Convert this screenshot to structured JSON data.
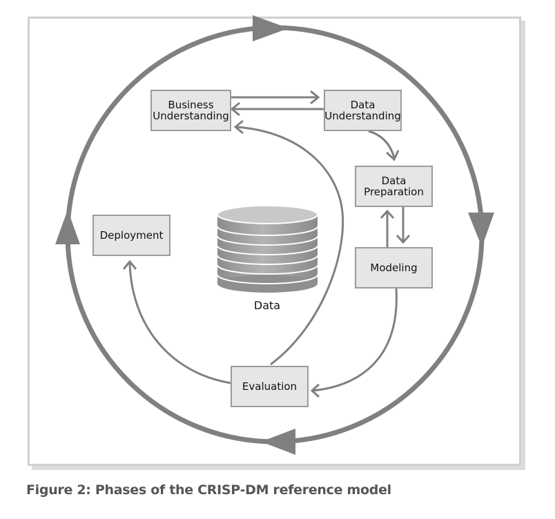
{
  "phases": {
    "business_understanding": [
      "Business",
      "Understanding"
    ],
    "data_understanding": [
      "Data",
      "Understanding"
    ],
    "data_preparation": [
      "Data",
      "Preparation"
    ],
    "modeling": "Modeling",
    "evaluation": "Evaluation",
    "deployment": "Deployment"
  },
  "center_label": "Data",
  "caption": "Figure 2: Phases of the CRISP-DM reference model",
  "colors": {
    "arrow": "#808080",
    "box_fill": "#e6e6e6",
    "box_border": "#9a9a9a",
    "caption": "#555555"
  }
}
